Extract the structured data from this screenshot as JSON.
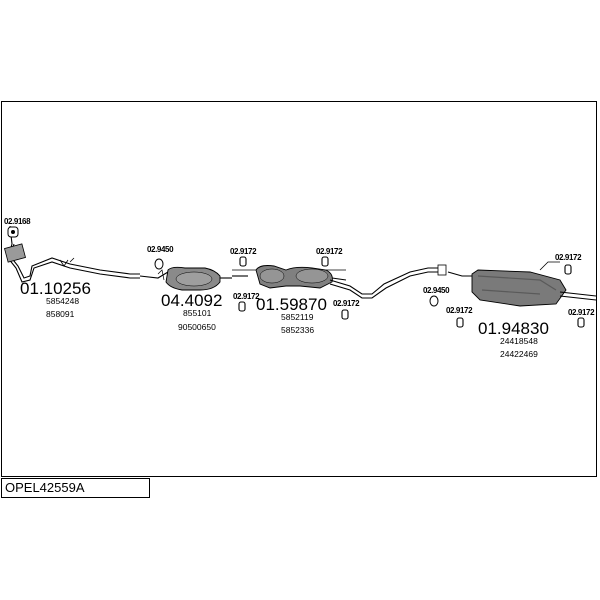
{
  "model": "OPEL42559A",
  "parts": [
    {
      "number": "01.10256",
      "refs": [
        "5854248",
        "858091"
      ]
    },
    {
      "number": "04.4092",
      "refs": [
        "855101",
        "90500650"
      ]
    },
    {
      "number": "01.59870",
      "refs": [
        "5852119",
        "5852336"
      ]
    },
    {
      "number": "01.94830",
      "refs": [
        "24418548",
        "24422469"
      ]
    }
  ],
  "fittings": [
    "02.9168",
    "02.9450",
    "02.9172",
    "02.9172",
    "02.9172",
    "02.9172",
    "02.9450",
    "02.9172",
    "02.9172",
    "02.9172"
  ],
  "colors": {
    "line": "#000000",
    "part_fill": "#8a8a8a",
    "part_fill_dark": "#5a5a5a",
    "background": "#ffffff"
  }
}
